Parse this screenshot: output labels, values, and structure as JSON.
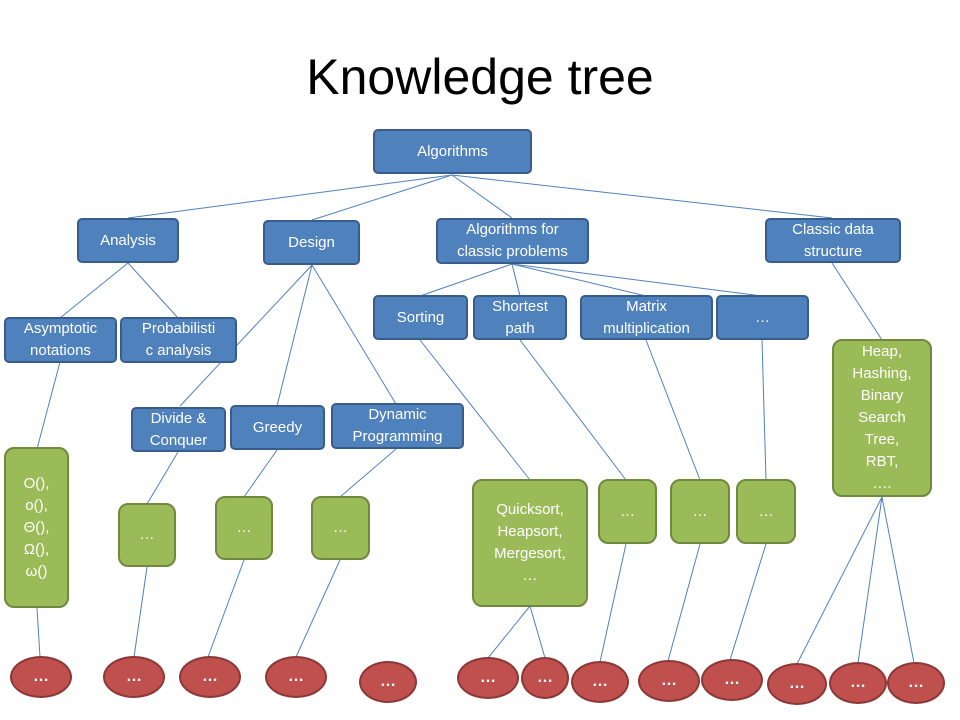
{
  "title": "Knowledge tree",
  "colors": {
    "blue_fill": "#4f81bd",
    "green_fill": "#9bbb59",
    "red_fill": "#c0504d",
    "edge": "#4f81bd"
  },
  "nodes": {
    "algorithms": "Algorithms",
    "analysis": "Analysis",
    "design": "Design",
    "classic_problems": "Algorithms for\nclassic problems",
    "classic_ds": "Classic data\nstructure",
    "asymptotic": "Asymptotic\nnotations",
    "probabilistic": "Probabilisti\nc analysis",
    "sorting": "Sorting",
    "shortest_path": "Shortest\npath",
    "matrix_mult": "Matrix\nmultiplication",
    "problems_more": "…",
    "divide_conquer": "Divide &\nConquer",
    "greedy": "Greedy",
    "dynamic_prog": "Dynamic\nProgramming",
    "heap_hashing": "Heap,\nHashing,\nBinary\nSearch\nTree,\nRBT,\n….",
    "notations": "O(),\no(),\nΘ(),\nΩ(),\nω()",
    "dc_more": "…",
    "greedy_more": "…",
    "dp_more": "…",
    "sorting_algos": "Quicksort,\nHeapsort,\nMergesort,\n…",
    "sp_more": "…",
    "mm_more": "…",
    "pm_more": "…",
    "leaf_1": "…",
    "leaf_2": "…",
    "leaf_3": "…",
    "leaf_4": "…",
    "leaf_5": "…",
    "leaf_6": "…",
    "leaf_7": "…",
    "leaf_8": "…",
    "leaf_9": "…",
    "leaf_10": "…",
    "leaf_11": "…",
    "leaf_12": "…",
    "leaf_13": "…"
  }
}
